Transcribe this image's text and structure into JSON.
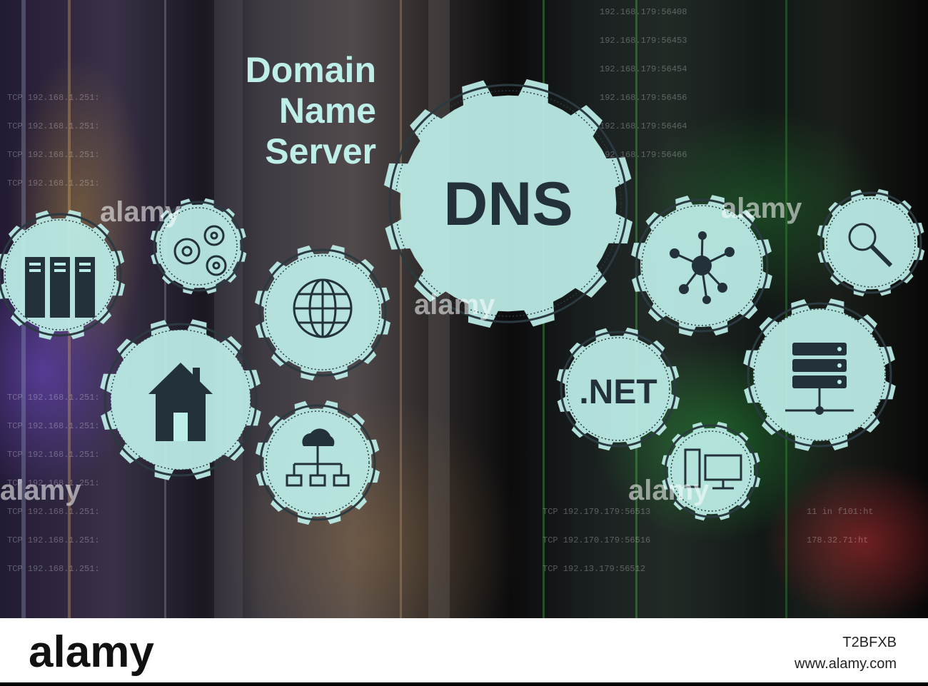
{
  "headline": {
    "line1": "Domain",
    "line2": "Name",
    "line3": "Server"
  },
  "gear_labels": {
    "dns": "DNS",
    "net": ".NET"
  },
  "gears": [
    {
      "icon": "server-rack-icon"
    },
    {
      "icon": "cogs-icon"
    },
    {
      "icon": "globe-icon"
    },
    {
      "icon": "house-icon"
    },
    {
      "icon": "cloud-network-icon"
    },
    {
      "icon": "dns-text-icon"
    },
    {
      "icon": "network-hub-icon"
    },
    {
      "icon": "magnifier-icon"
    },
    {
      "icon": "net-text-icon"
    },
    {
      "icon": "database-server-icon"
    },
    {
      "icon": "desktop-computer-icon"
    }
  ],
  "watermark": {
    "overlay": "alamy",
    "footer_logo": "alamy",
    "stock_id": "T2BFXB",
    "url": "www.alamy.com"
  },
  "colors": {
    "gear_fill": "#bdeee8",
    "icon_dark": "#22313a",
    "footer_bg": "#ffffff"
  }
}
